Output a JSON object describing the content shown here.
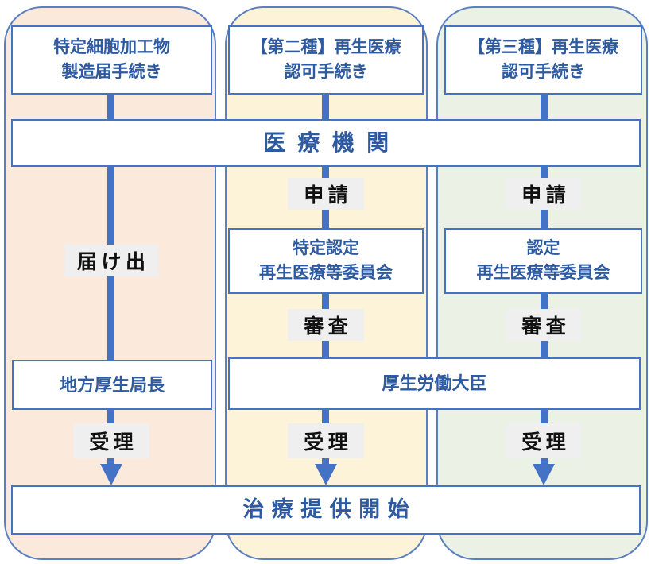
{
  "columns": [
    {
      "id": "notification",
      "bg_color": "#FBE9DC",
      "title": "特定細胞加工物\n製造届手続き",
      "action_label": "届け出",
      "authority": "地方厚生局長",
      "accept_label": "受理"
    },
    {
      "id": "type2",
      "bg_color": "#FDF3D8",
      "title": "【第二種】再生医療\n認可手続き",
      "action_label": "申請",
      "committee": "特定認定\n再生医療等委員会",
      "review_label": "審査",
      "accept_label": "受理"
    },
    {
      "id": "type3",
      "bg_color": "#EBF2E5",
      "title": "【第三種】再生医療\n認可手続き",
      "action_label": "申請",
      "committee": "認定\n再生医療等委員会",
      "review_label": "審査",
      "accept_label": "受理"
    }
  ],
  "spanning": {
    "medical_institution": "医療機関",
    "minister": "厚生労働大臣",
    "treatment_start": "治療提供開始"
  },
  "colors": {
    "column_border": "#5B7FC0",
    "box_border": "#4472C4",
    "arrow_blue": "#4472C4",
    "text_blue": "#2D5AA0",
    "label_bg": "#EFEFEF",
    "label_text": "#111111",
    "col1_bg": "#FBE9DC",
    "col2_bg": "#FDF3D8",
    "col3_bg": "#EBF2E5"
  }
}
